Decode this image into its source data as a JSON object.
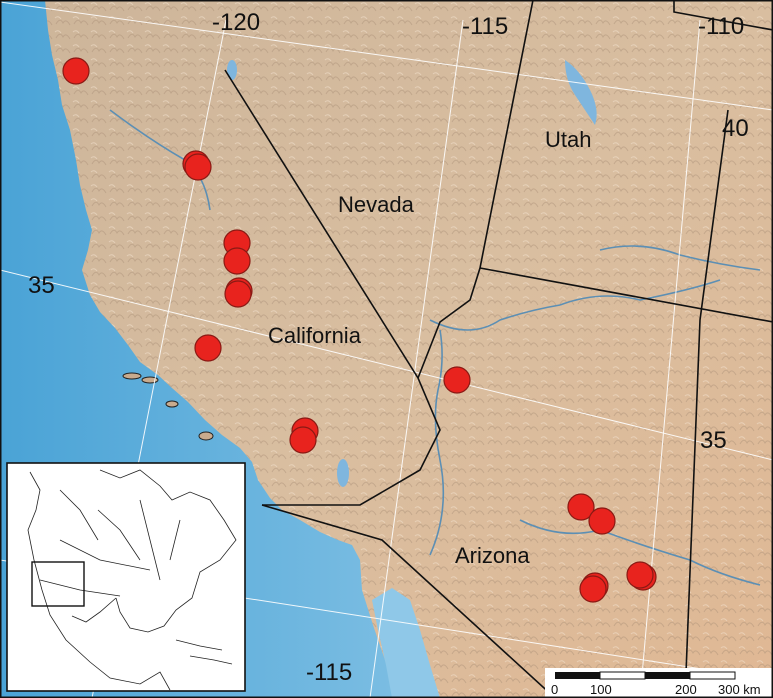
{
  "map": {
    "graticule_labels": [
      "-120",
      "-115",
      "-110",
      "40",
      "35",
      "35",
      "-115"
    ],
    "region_labels": [
      "Nevada",
      "Utah",
      "California",
      "Arizona"
    ],
    "scale_bar": {
      "ticks": [
        "0",
        "100",
        "200",
        "300 km"
      ]
    },
    "occurrence_marker": {
      "color": "#e8231e",
      "stroke": "#8a1a14",
      "count": 17
    },
    "colors": {
      "ocean": "#6fb6dd",
      "land": "#d6b898",
      "border": "#111111",
      "river": "#5c8fb4"
    }
  }
}
